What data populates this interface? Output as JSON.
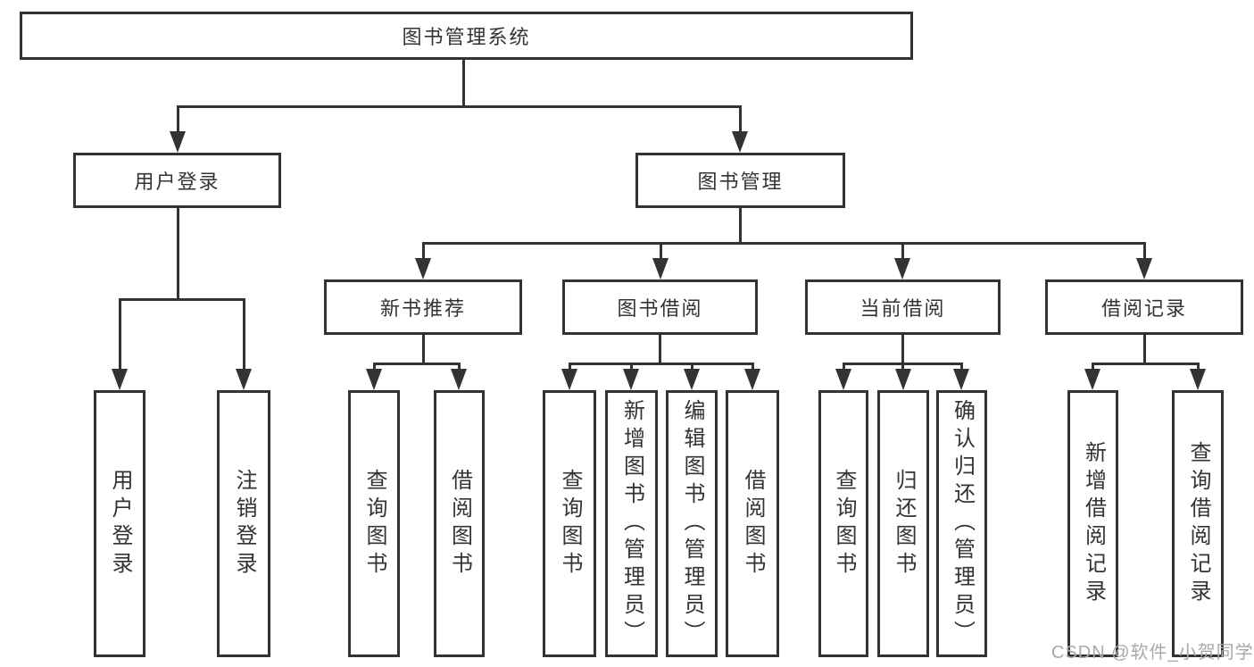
{
  "diagram_type": "functional-structure-tree",
  "tree": {
    "label": "图书管理系统",
    "children": [
      {
        "label": "用户登录",
        "children": [
          {
            "label": "用户登录"
          },
          {
            "label": "注销登录"
          }
        ]
      },
      {
        "label": "图书管理",
        "children": [
          {
            "label": "新书推荐",
            "children": [
              {
                "label": "查询图书"
              },
              {
                "label": "借阅图书"
              }
            ]
          },
          {
            "label": "图书借阅",
            "children": [
              {
                "label": "查询图书"
              },
              {
                "label": "新增图书（管理员）"
              },
              {
                "label": "编辑图书（管理员）"
              },
              {
                "label": "借阅图书"
              }
            ]
          },
          {
            "label": "当前借阅",
            "children": [
              {
                "label": "查询图书"
              },
              {
                "label": "归还图书"
              },
              {
                "label": "确认归还（管理员）"
              }
            ]
          },
          {
            "label": "借阅记录",
            "children": [
              {
                "label": "新增借阅记录"
              },
              {
                "label": "查询借阅记录"
              }
            ]
          }
        ]
      }
    ]
  },
  "watermark": "CSDN @软件_小贺同学",
  "colors": {
    "line": "#333333",
    "border": "#333333",
    "text": "#333333",
    "watermark": "#a9a9a9",
    "background": "#ffffff"
  }
}
